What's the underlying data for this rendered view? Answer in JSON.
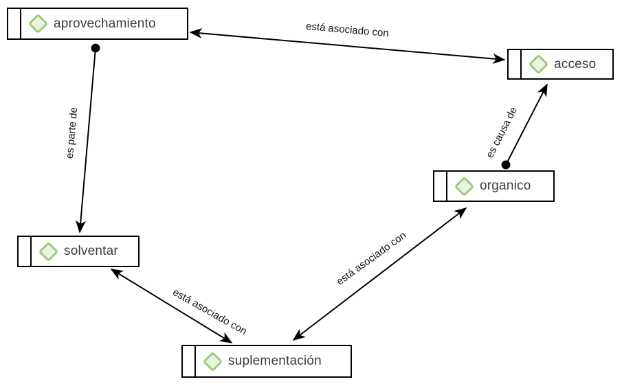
{
  "diagram": {
    "type": "concept-network",
    "nodes": [
      {
        "id": "aprovechamiento",
        "label": "aprovechamiento",
        "icon": "code-diamond-icon"
      },
      {
        "id": "acceso",
        "label": "acceso",
        "icon": "code-diamond-icon"
      },
      {
        "id": "organico",
        "label": "organico",
        "icon": "code-diamond-icon"
      },
      {
        "id": "solventar",
        "label": "solventar",
        "icon": "code-diamond-icon"
      },
      {
        "id": "suplementacion",
        "label": "suplementación",
        "icon": "code-diamond-icon"
      }
    ],
    "edges": [
      {
        "from": "aprovechamiento",
        "to": "acceso",
        "label": "está asociado con",
        "style": "arrow-both-ends"
      },
      {
        "from": "aprovechamiento",
        "to": "solventar",
        "label": "es parte de",
        "style": "dot-source-arrow-target"
      },
      {
        "from": "organico",
        "to": "acceso",
        "label": "es causa de",
        "style": "dot-source-arrow-target"
      },
      {
        "from": "solventar",
        "to": "suplementacion",
        "label": "está asociado con",
        "style": "arrow-both-ends"
      },
      {
        "from": "suplementacion",
        "to": "organico",
        "label": "está asociado con",
        "style": "arrow-both-ends"
      }
    ],
    "colors": {
      "background": "#ffffff",
      "node_border": "#000000",
      "node_fill": "#ffffff",
      "node_text": "#3c3c3c",
      "diamond_fill": "#e9f4df",
      "diamond_stroke": "#9ccb7d",
      "edge": "#000000",
      "edge_label_text": "#111111"
    }
  }
}
